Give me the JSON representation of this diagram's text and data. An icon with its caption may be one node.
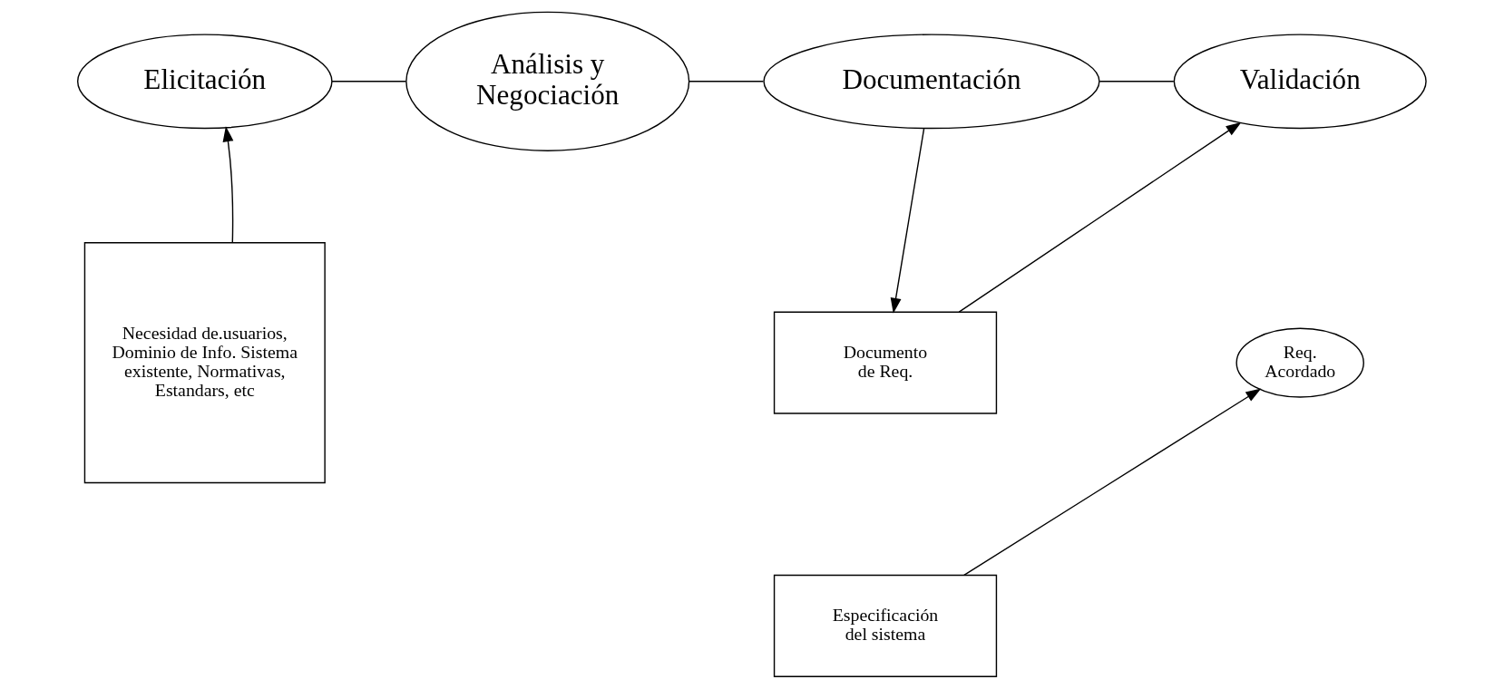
{
  "diagram": {
    "nodes": [
      {
        "text": [
          "Elicitación"
        ]
      },
      {
        "text": [
          "Análisis y Negociación"
        ]
      },
      {
        "text": [
          "Documentación"
        ]
      },
      {
        "text": [
          "Validación"
        ]
      },
      {
        "text": [
          "Necesidad de.usuarios, Dominio de Info. Sistema existente, Normativas, Estandars, etc"
        ]
      },
      {
        "text": [
          "Documento de Req."
        ]
      },
      {
        "text": [
          "Especificación del sistema"
        ]
      },
      {
        "text": [
          "Req. Acordado"
        ]
      }
    ],
    "edges": [
      {
        "from": 0,
        "to": 1,
        "arrow": "none"
      },
      {
        "from": 1,
        "to": 2,
        "arrow": "none"
      },
      {
        "from": 2,
        "to": 3,
        "arrow": "none"
      },
      {
        "from": 4,
        "to": 0,
        "arrow": "to"
      },
      {
        "from": 2,
        "to": 5,
        "arrow": "to"
      },
      {
        "from": 5,
        "to": 3,
        "arrow": "to"
      },
      {
        "from": 6,
        "to": 7,
        "arrow": "to"
      }
    ]
  }
}
